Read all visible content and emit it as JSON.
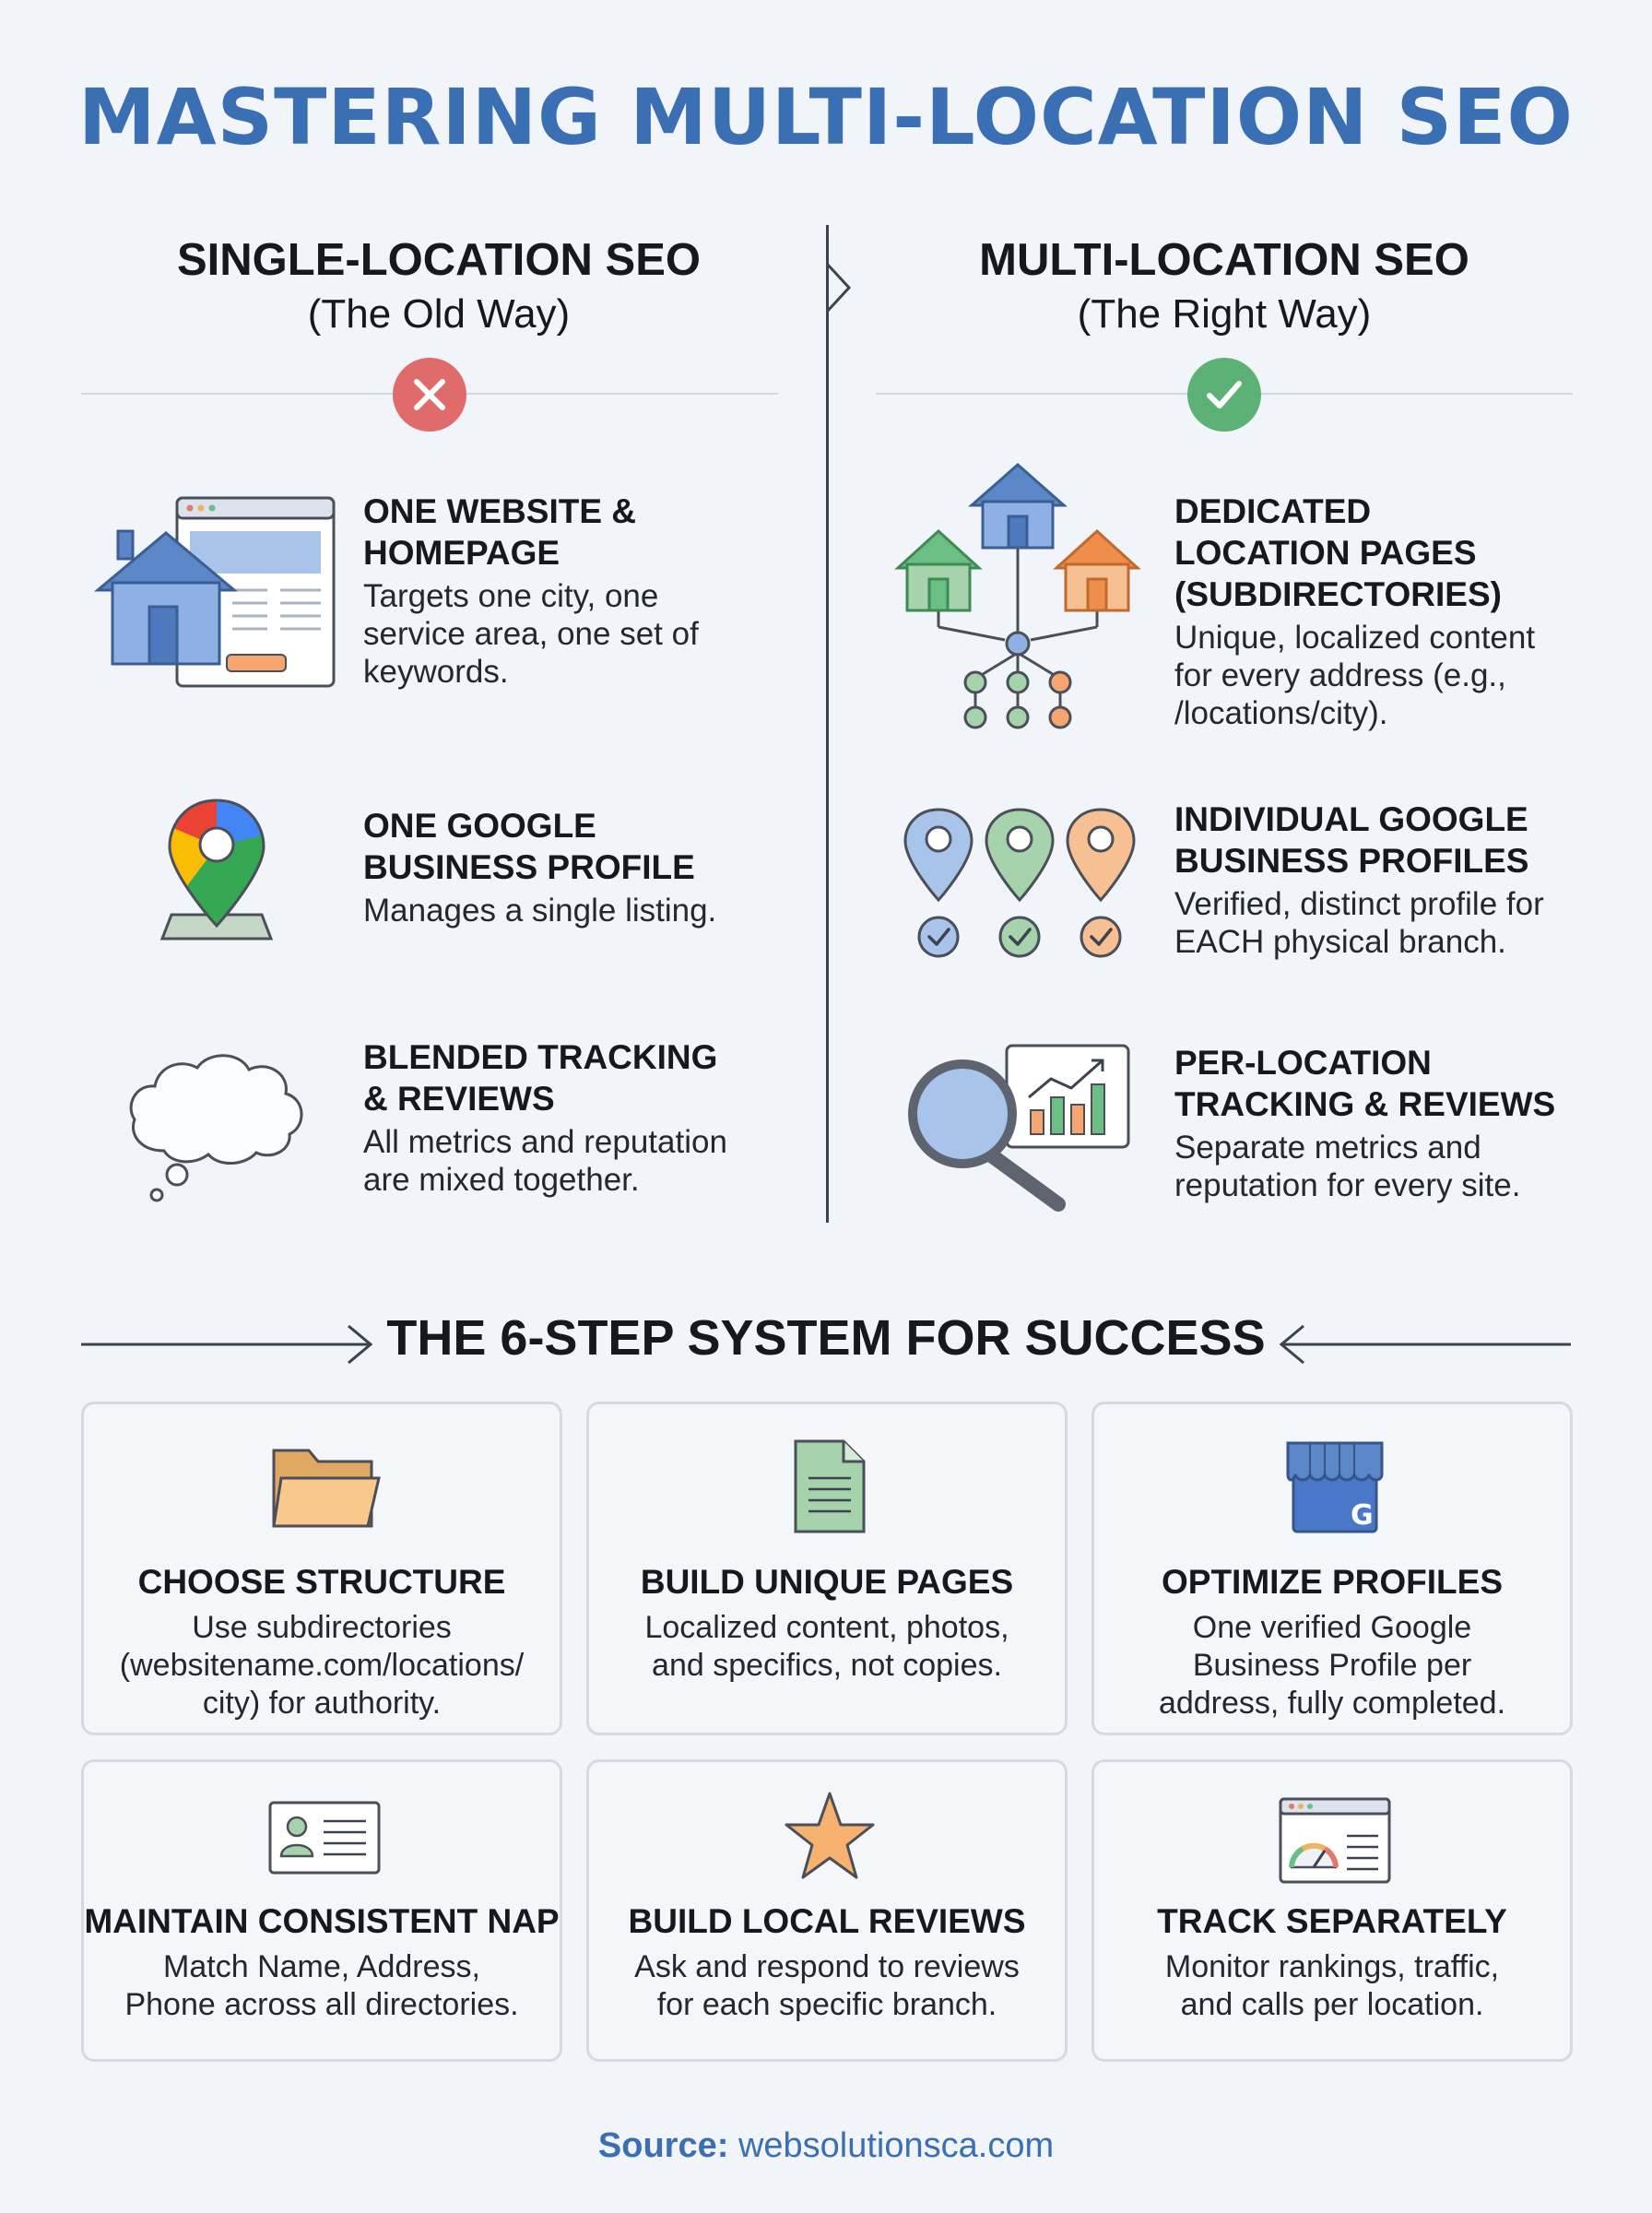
{
  "title": "MASTERING MULTI-LOCATION SEO",
  "left_column": {
    "heading": "SINGLE-LOCATION SEO",
    "subheading": "(The Old Way)",
    "badge_icon": "x-icon",
    "badge_color": "#e06b6b",
    "features": [
      {
        "icon": "website-house-icon",
        "title_line1": "ONE WEBSITE &",
        "title_line2": "HOMEPAGE",
        "desc_line1": "Targets one city, one",
        "desc_line2": "service area, one set of",
        "desc_line3": "keywords."
      },
      {
        "icon": "google-map-pin-icon",
        "title_line1": "ONE GOOGLE",
        "title_line2": "BUSINESS PROFILE",
        "desc_line1": "Manages a single listing."
      },
      {
        "icon": "thought-cloud-icon",
        "title_line1": "BLENDED TRACKING",
        "title_line2": "& REVIEWS",
        "desc_line1": "All metrics and reputation",
        "desc_line2": "are mixed together."
      }
    ]
  },
  "right_column": {
    "heading": "MULTI-LOCATION SEO",
    "subheading": "(The Right Way)",
    "badge_icon": "check-icon",
    "badge_color": "#5cb176",
    "features": [
      {
        "icon": "location-tree-icon",
        "title_line1": "DEDICATED",
        "title_line2": "LOCATION PAGES",
        "title_line3": "(SUBDIRECTORIES)",
        "desc_line1": "Unique, localized content",
        "desc_line2": "for every address (e.g.,",
        "desc_line3": "/locations/city)."
      },
      {
        "icon": "multi-pin-icon",
        "title_line1": "INDIVIDUAL GOOGLE",
        "title_line2": "BUSINESS PROFILES",
        "desc_line1": "Verified, distinct profile for",
        "desc_line2": "EACH physical branch."
      },
      {
        "icon": "magnifier-chart-icon",
        "title_line1": "PER-LOCATION",
        "title_line2": "TRACKING & REVIEWS",
        "desc_line1": "Separate metrics and",
        "desc_line2": "reputation for every site."
      }
    ]
  },
  "steps_heading": "THE 6-STEP SYSTEM FOR SUCCESS",
  "steps": [
    {
      "icon": "folder-icon",
      "title": "CHOOSE STRUCTURE",
      "desc_line1": "Use subdirectories",
      "desc_line2": "(websitename.com/locations/",
      "desc_line3": "city) for authority."
    },
    {
      "icon": "document-icon",
      "title": "BUILD UNIQUE PAGES",
      "desc_line1": "Localized content, photos,",
      "desc_line2": "and specifics, not copies."
    },
    {
      "icon": "storefront-icon",
      "title": "OPTIMIZE PROFILES",
      "desc_line1": "One verified Google",
      "desc_line2": "Business Profile per",
      "desc_line3": "address, fully completed."
    },
    {
      "icon": "contact-card-icon",
      "title": "MAINTAIN CONSISTENT NAP",
      "desc_line1": "Match Name, Address,",
      "desc_line2": "Phone across all directories."
    },
    {
      "icon": "star-icon",
      "title": "BUILD LOCAL REVIEWS",
      "desc_line1": "Ask and respond to reviews",
      "desc_line2": "for each specific branch."
    },
    {
      "icon": "dashboard-icon",
      "title": "TRACK SEPARATELY",
      "desc_line1": "Monitor rankings, traffic,",
      "desc_line2": "and calls per location."
    }
  ],
  "source": {
    "label": "Source:",
    "value": "websolutionsca.com"
  },
  "colors": {
    "brand_blue": "#3a6fb3",
    "green": "#5cb176",
    "orange": "#f4a66e",
    "red": "#e06b6b"
  }
}
